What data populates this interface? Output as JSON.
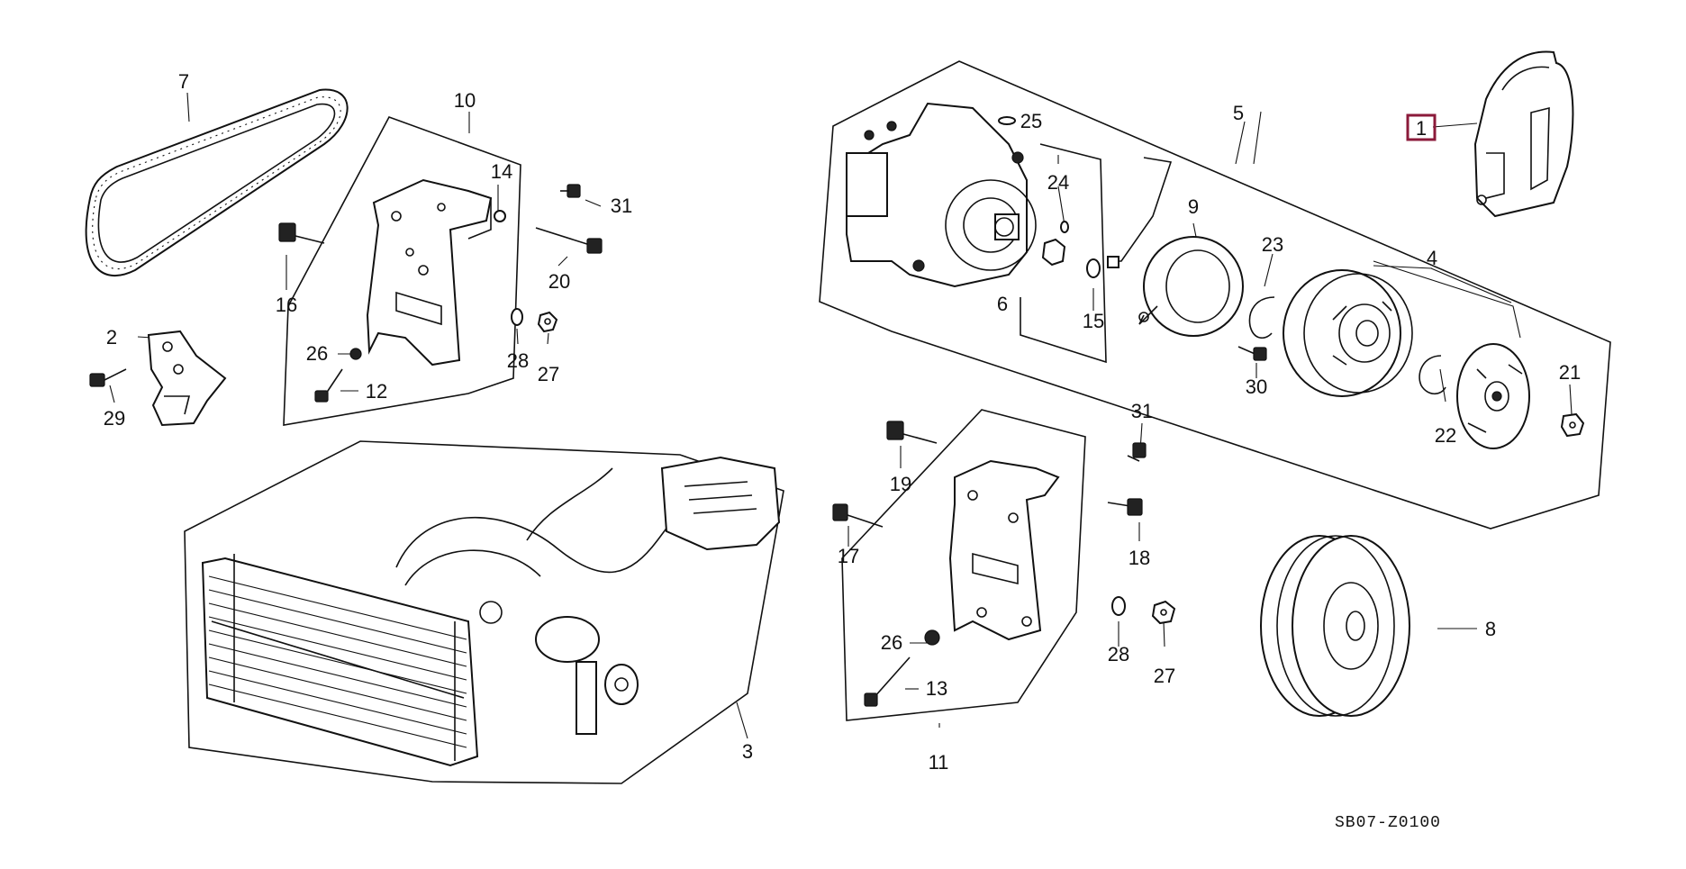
{
  "diagram": {
    "code": "SB07-Z0100",
    "highlight_color": "#8B1A3A",
    "callouts": [
      {
        "id": "c1",
        "label": "1"
      },
      {
        "id": "c2",
        "label": "2"
      },
      {
        "id": "c3",
        "label": "3"
      },
      {
        "id": "c4",
        "label": "4"
      },
      {
        "id": "c5",
        "label": "5"
      },
      {
        "id": "c6",
        "label": "6"
      },
      {
        "id": "c7",
        "label": "7"
      },
      {
        "id": "c8",
        "label": "8"
      },
      {
        "id": "c9",
        "label": "9"
      },
      {
        "id": "c10",
        "label": "10"
      },
      {
        "id": "c11",
        "label": "11"
      },
      {
        "id": "c12",
        "label": "12"
      },
      {
        "id": "c13",
        "label": "13"
      },
      {
        "id": "c14",
        "label": "14"
      },
      {
        "id": "c15",
        "label": "15"
      },
      {
        "id": "c16",
        "label": "16"
      },
      {
        "id": "c17",
        "label": "17"
      },
      {
        "id": "c18",
        "label": "18"
      },
      {
        "id": "c19",
        "label": "19"
      },
      {
        "id": "c20",
        "label": "20"
      },
      {
        "id": "c21",
        "label": "21"
      },
      {
        "id": "c22",
        "label": "22"
      },
      {
        "id": "c23",
        "label": "23"
      },
      {
        "id": "c24",
        "label": "24"
      },
      {
        "id": "c25",
        "label": "25"
      },
      {
        "id": "c26a",
        "label": "26"
      },
      {
        "id": "c26b",
        "label": "26"
      },
      {
        "id": "c27a",
        "label": "27"
      },
      {
        "id": "c27b",
        "label": "27"
      },
      {
        "id": "c28a",
        "label": "28"
      },
      {
        "id": "c28b",
        "label": "28"
      },
      {
        "id": "c29",
        "label": "29"
      },
      {
        "id": "c30",
        "label": "30"
      },
      {
        "id": "c31a",
        "label": "31"
      },
      {
        "id": "c31b",
        "label": "31"
      }
    ]
  }
}
